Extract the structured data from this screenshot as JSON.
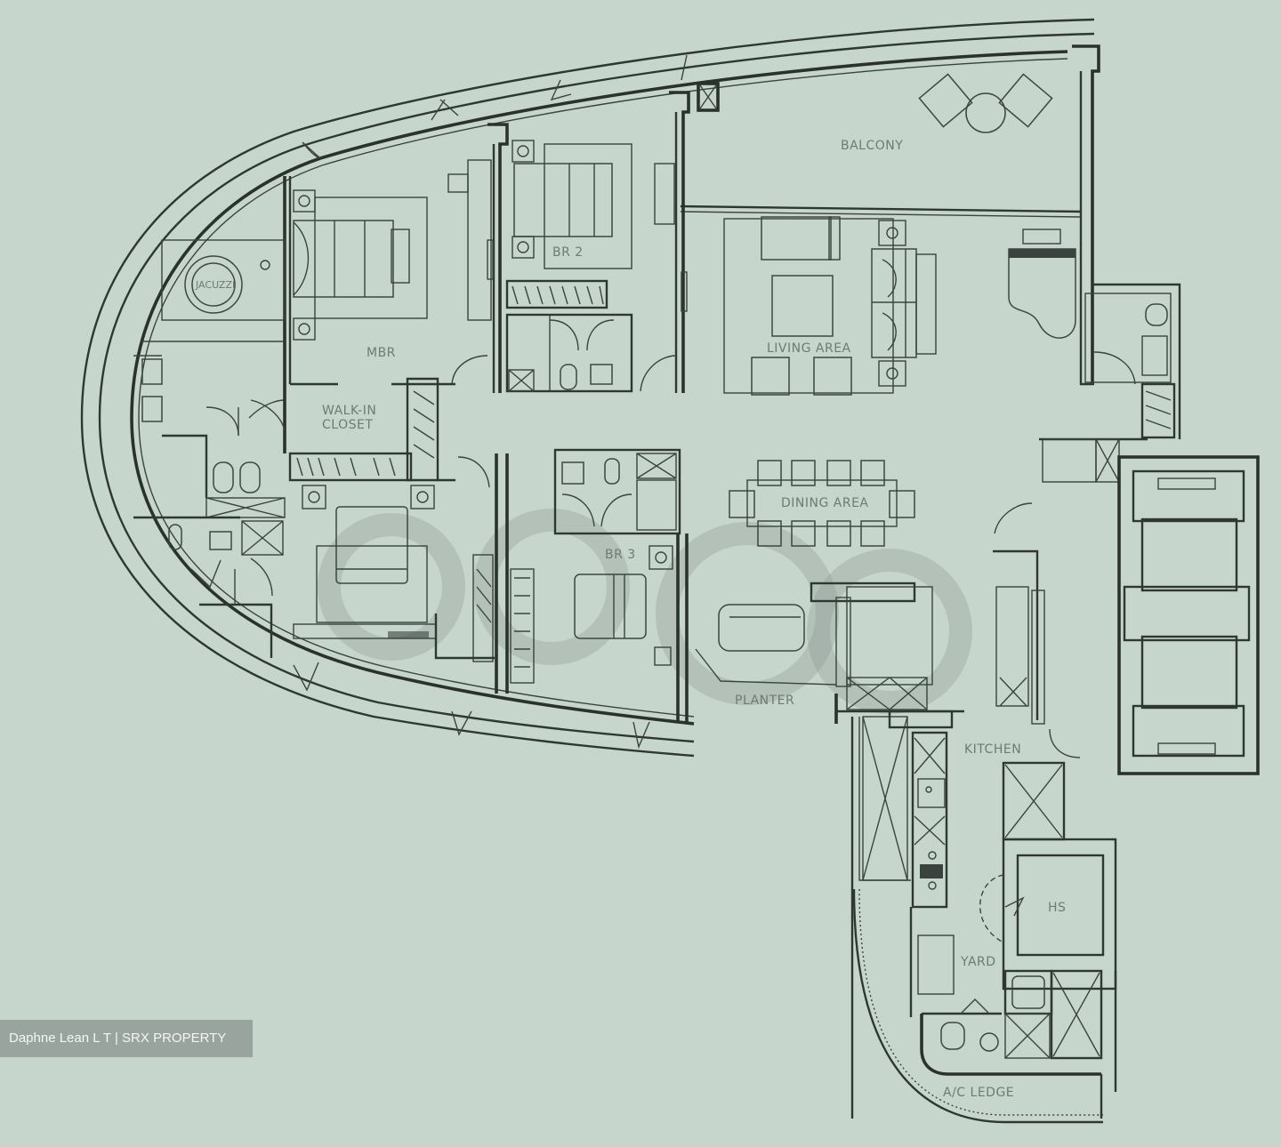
{
  "floor_plan": {
    "rooms": {
      "balcony": "BALCONY",
      "mbr": "MBR",
      "walk_in_closet_line1": "WALK-IN",
      "walk_in_closet_line2": "CLOSET",
      "jacuzzi": "JACUZZI",
      "br2": "BR 2",
      "br3": "BR 3",
      "living_area": "LIVING AREA",
      "dining_area": "DINING AREA",
      "planter": "PLANTER",
      "kitchen": "KITCHEN",
      "yard": "YARD",
      "hs": "HS",
      "ac_ledge": "A/C LEDGE"
    },
    "colors": {
      "background": "#c6d6cc",
      "lines": "#2f3733",
      "label_text": "#6f7a74",
      "credit_bg": "#9aa49f"
    }
  },
  "credit": {
    "text": "Daphne Lean L T | SRX PROPERTY"
  }
}
